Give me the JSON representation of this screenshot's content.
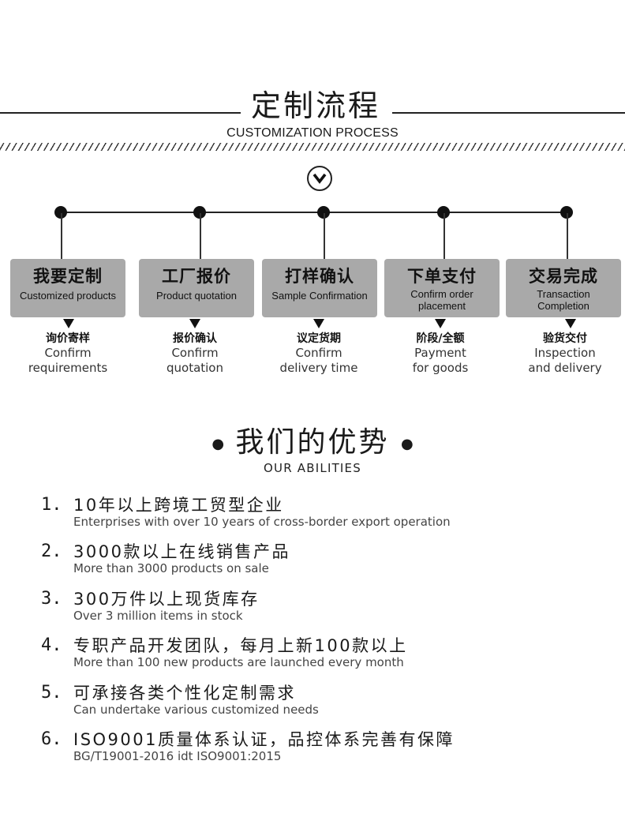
{
  "header": {
    "title": "定制流程",
    "subtitle": "CUSTOMIZATION PROCESS"
  },
  "icons": {
    "down_badge": "chevron-down-circle-icon"
  },
  "steps": [
    {
      "title": "我要定制",
      "sub": "Customized products",
      "note_cn": "询价寄样",
      "note_en_1": "Confirm",
      "note_en_2": "requirements"
    },
    {
      "title": "工厂报价",
      "sub": "Product quotation",
      "note_cn": "报价确认",
      "note_en_1": "Confirm",
      "note_en_2": "quotation"
    },
    {
      "title": "打样确认",
      "sub": "Sample Confirmation",
      "note_cn": "议定货期",
      "note_en_1": "Confirm",
      "note_en_2": "delivery time"
    },
    {
      "title": "下单支付",
      "sub_1": "Confirm order",
      "sub_2": "placement",
      "note_cn": "阶段/全额",
      "note_en_1": "Payment",
      "note_en_2": "for goods"
    },
    {
      "title": "交易完成",
      "sub_1": "Transaction",
      "sub_2": "Completion",
      "note_cn": "验货交付",
      "note_en_1": "Inspection",
      "note_en_2": "and delivery"
    }
  ],
  "abilities": {
    "title": "我们的优势",
    "subtitle": "OUR ABILITIES",
    "items": [
      {
        "num": "1.",
        "cn": "10年以上跨境工贸型企业",
        "en": "Enterprises with over 10 years of cross-border export operation"
      },
      {
        "num": "2.",
        "cn": "3000款以上在线销售产品",
        "en": "More than 3000 products on sale"
      },
      {
        "num": "3.",
        "cn": "300万件以上现货库存",
        "en": "Over 3 million items in stock"
      },
      {
        "num": "4.",
        "cn": "专职产品开发团队，每月上新100款以上",
        "en": "More than 100 new products are launched every month"
      },
      {
        "num": "5.",
        "cn": "可承接各类个性化定制需求",
        "en": "Can undertake various customized needs"
      },
      {
        "num": "6.",
        "cn": "ISO9001质量体系认证，品控体系完善有保障",
        "en": "BG/T19001-2016 idt ISO9001:2015"
      }
    ]
  },
  "colors": {
    "step_box": "#a9a9a9",
    "text": "#1a1a1a"
  }
}
